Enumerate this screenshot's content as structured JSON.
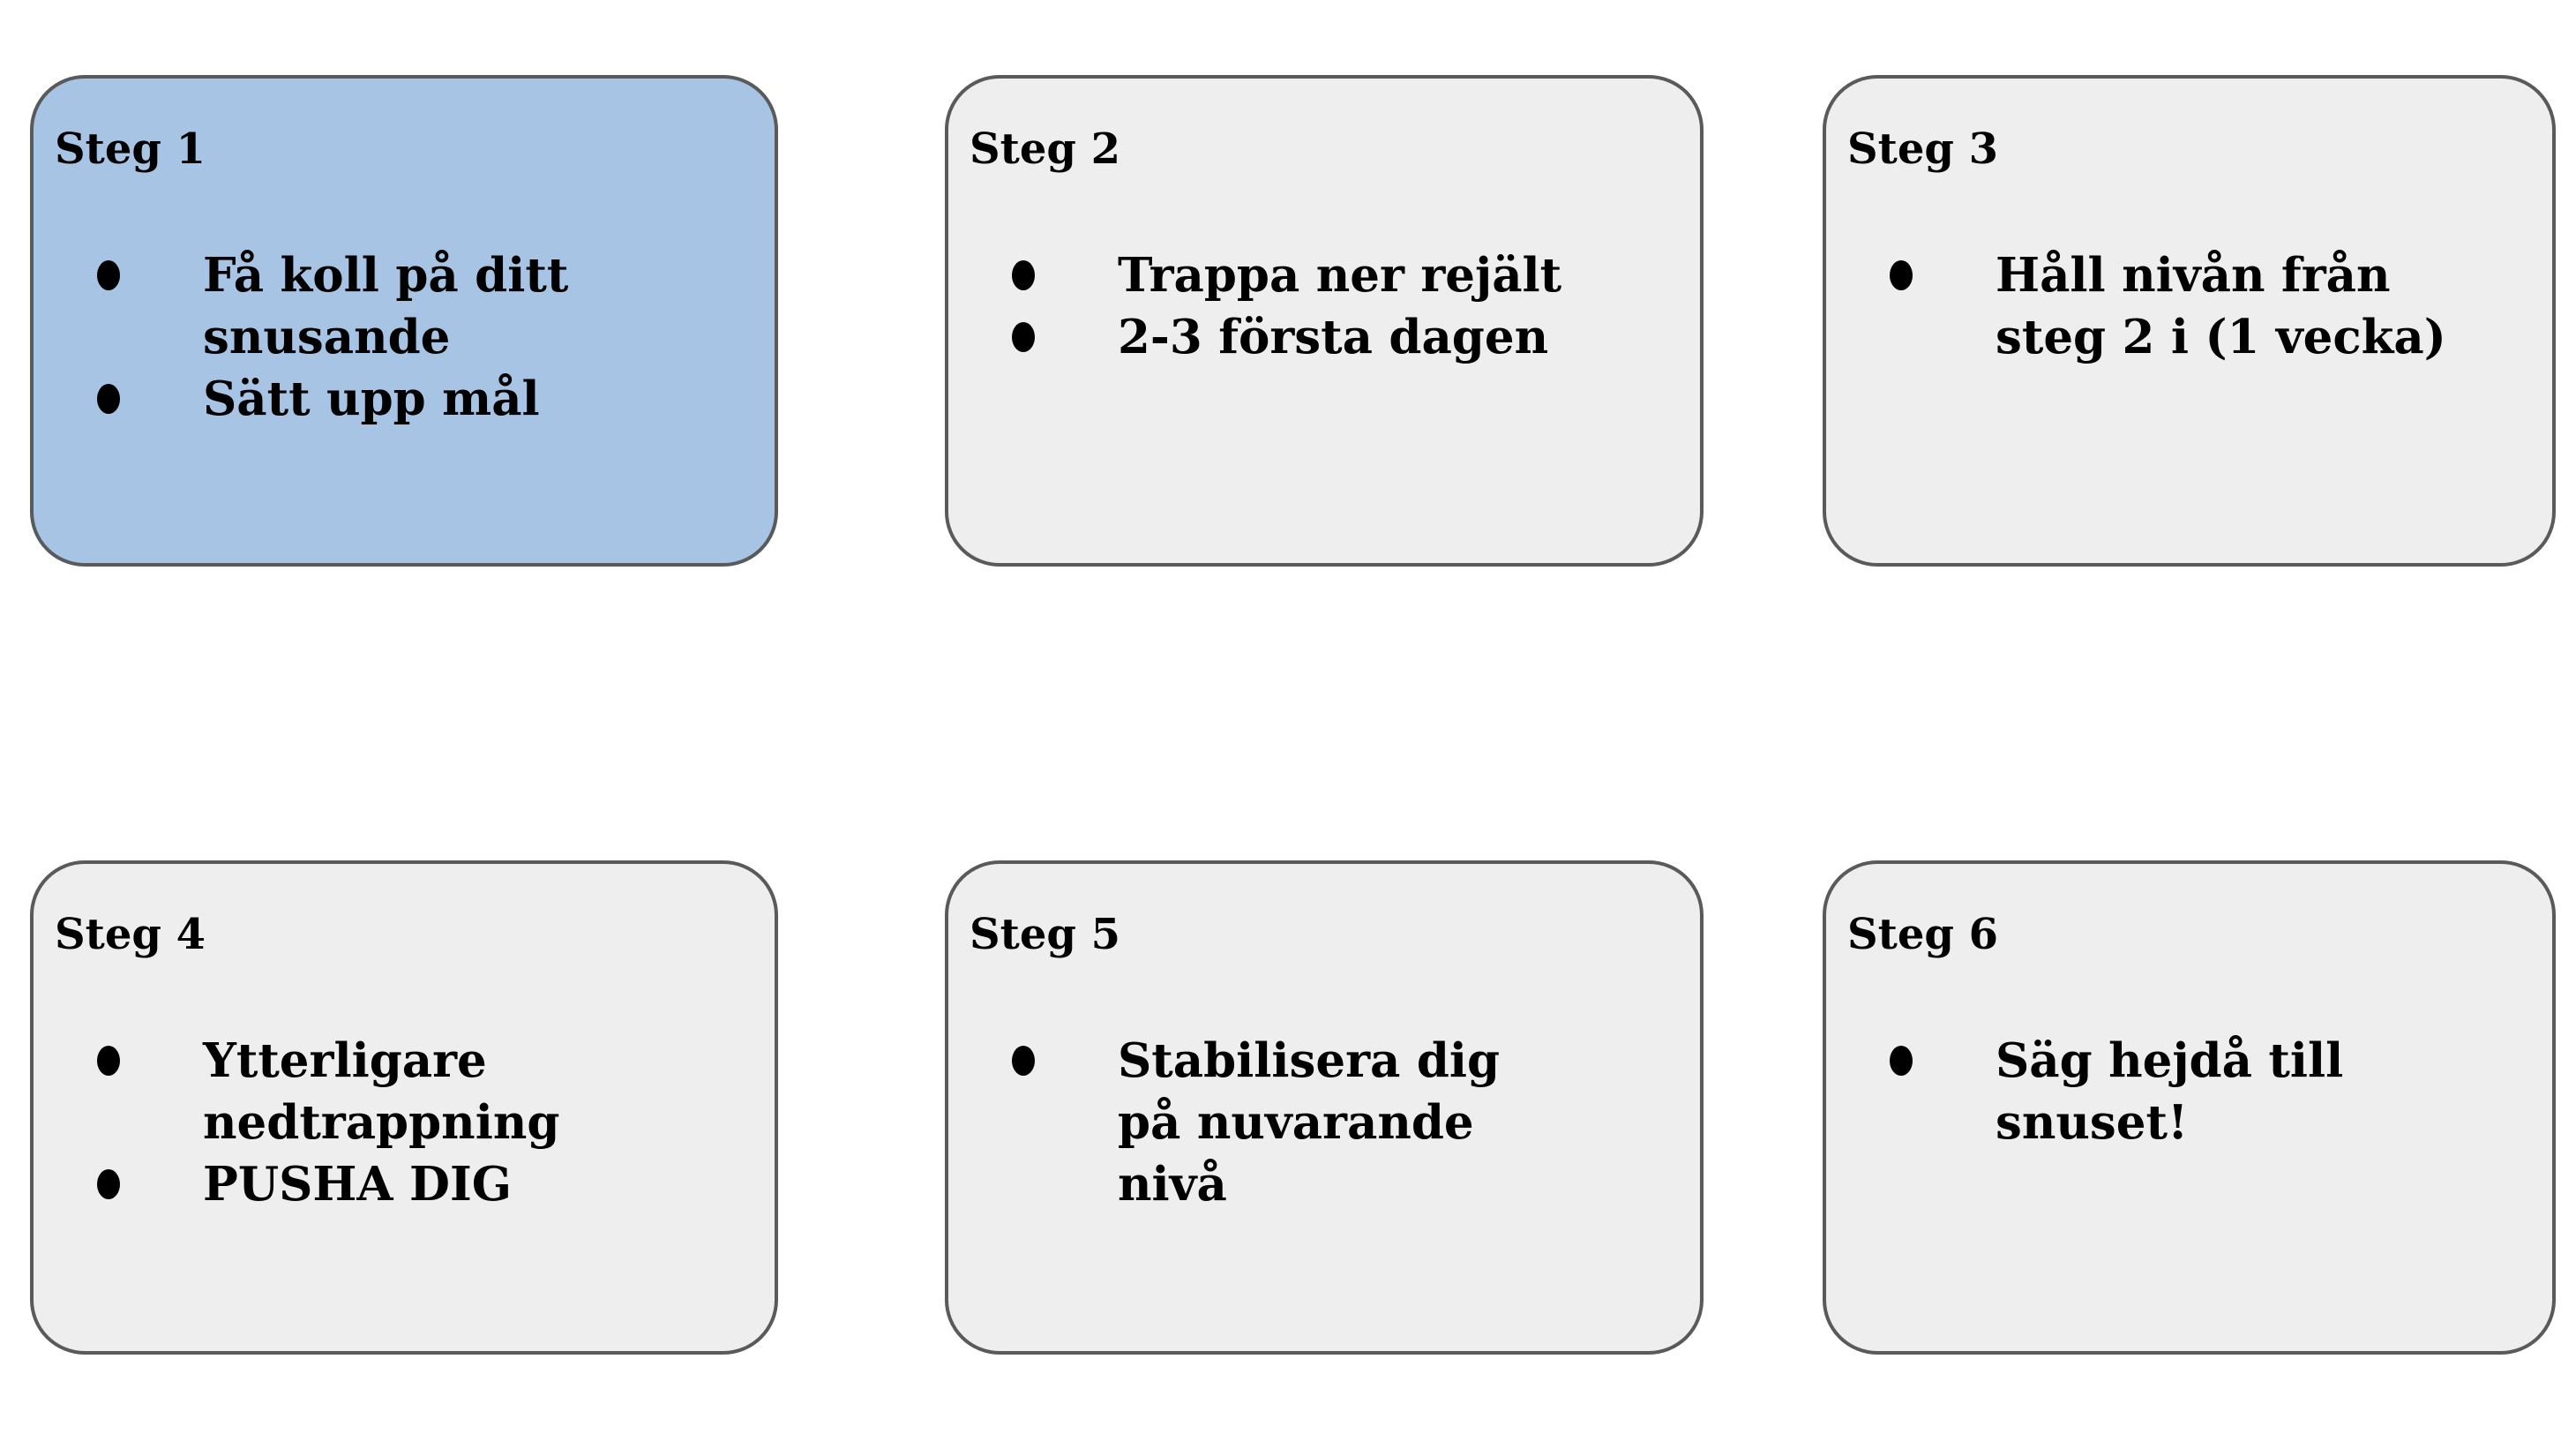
{
  "colors": {
    "highlight_fill": "#a7c4e4",
    "default_fill": "#eeeeee",
    "border": "#595a5c",
    "text": "#000000",
    "background": "#ffffff"
  },
  "cards": [
    {
      "title": "Steg 1",
      "highlighted": true,
      "bullets": [
        {
          "lines": [
            "Få koll på ditt",
            "snusande"
          ]
        },
        {
          "lines": [
            "Sätt upp mål"
          ]
        }
      ]
    },
    {
      "title": "Steg 2",
      "highlighted": false,
      "bullets": [
        {
          "lines": [
            "Trappa ner rejält"
          ]
        },
        {
          "lines": [
            "2-3 första dagen"
          ]
        }
      ]
    },
    {
      "title": "Steg 3",
      "highlighted": false,
      "bullets": [
        {
          "lines": [
            "Håll nivån från",
            "steg 2 i (1 vecka)"
          ]
        }
      ]
    },
    {
      "title": "Steg 4",
      "highlighted": false,
      "bullets": [
        {
          "lines": [
            "Ytterligare",
            "nedtrappning"
          ]
        },
        {
          "lines": [
            "PUSHA DIG"
          ]
        }
      ]
    },
    {
      "title": "Steg 5",
      "highlighted": false,
      "bullets": [
        {
          "lines": [
            "Stabilisera dig",
            "på nuvarande",
            "nivå"
          ]
        }
      ]
    },
    {
      "title": "Steg 6",
      "highlighted": false,
      "bullets": [
        {
          "lines": [
            "Säg hejdå till",
            "snuset!"
          ]
        }
      ]
    }
  ]
}
